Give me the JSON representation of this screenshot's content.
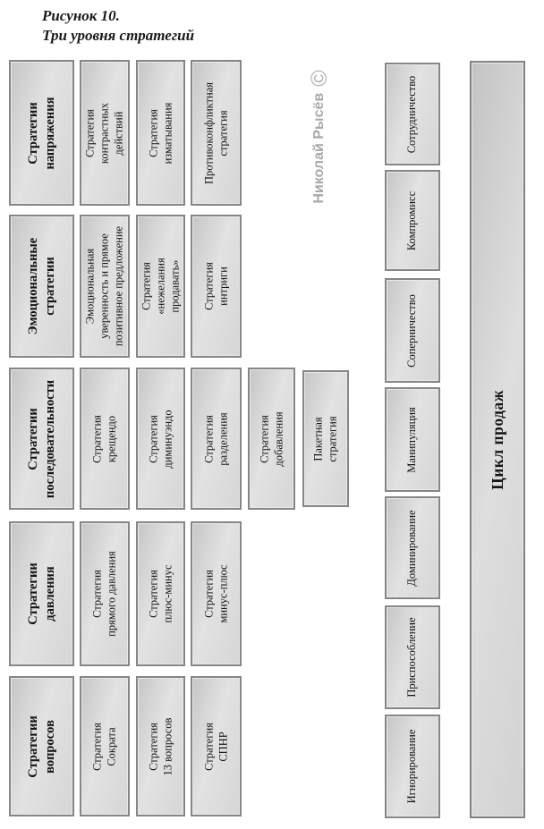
{
  "caption": {
    "line1": "Рисунок 10.",
    "line2": "Три уровня стратегий"
  },
  "watermark": {
    "name": "Николай Рысёв",
    "symbol": "©"
  },
  "levels": [
    {
      "header": "Стратегии\nнапряжения",
      "items": [
        "Стратегия\nконтрастных\nдействий",
        "Стратегия\nизматывания",
        "Противоконфликтная\nстратегия"
      ]
    },
    {
      "header": "Эмоциональные\nстратегии",
      "items": [
        "Эмоциональная\nуверенность и прямое\nпозитивное предложение",
        "Стратегия\n«нежелания\nпродавать»",
        "Стратегия\nинтриги"
      ]
    },
    {
      "header": "Стратегии\nпоследовательности",
      "items": [
        "Стратегия\nкрещендо",
        "Стратегия\nдиминуэндо",
        "Стратегия\nразделения",
        "Стратегия\nдобавления",
        "Пакетная\nстратегия"
      ]
    },
    {
      "header": "Стратегии\nдавления",
      "items": [
        "Стратегия\nпрямого давления",
        "Стратегия\nплюс-минус",
        "Стратегия\nминус-плюс"
      ]
    },
    {
      "header": "Стратегии\nвопросов",
      "items": [
        "Стратегия\nСократа",
        "Стратегия\n13 вопросов",
        "Стратегия\nСПНР"
      ]
    }
  ],
  "modes": [
    "Сотрудничество",
    "Компромисс",
    "Соперничество",
    "Манипуляция",
    "Доминирование",
    "Приспособление",
    "Игнорирование"
  ],
  "cycle": {
    "label": "Цикл продаж"
  },
  "colors": {
    "box_fill_dark": "#c6c6c6",
    "box_fill_light": "#e2e2e2",
    "box_border": "#868686",
    "watermark": "#a9a9a9",
    "text": "#141414"
  }
}
